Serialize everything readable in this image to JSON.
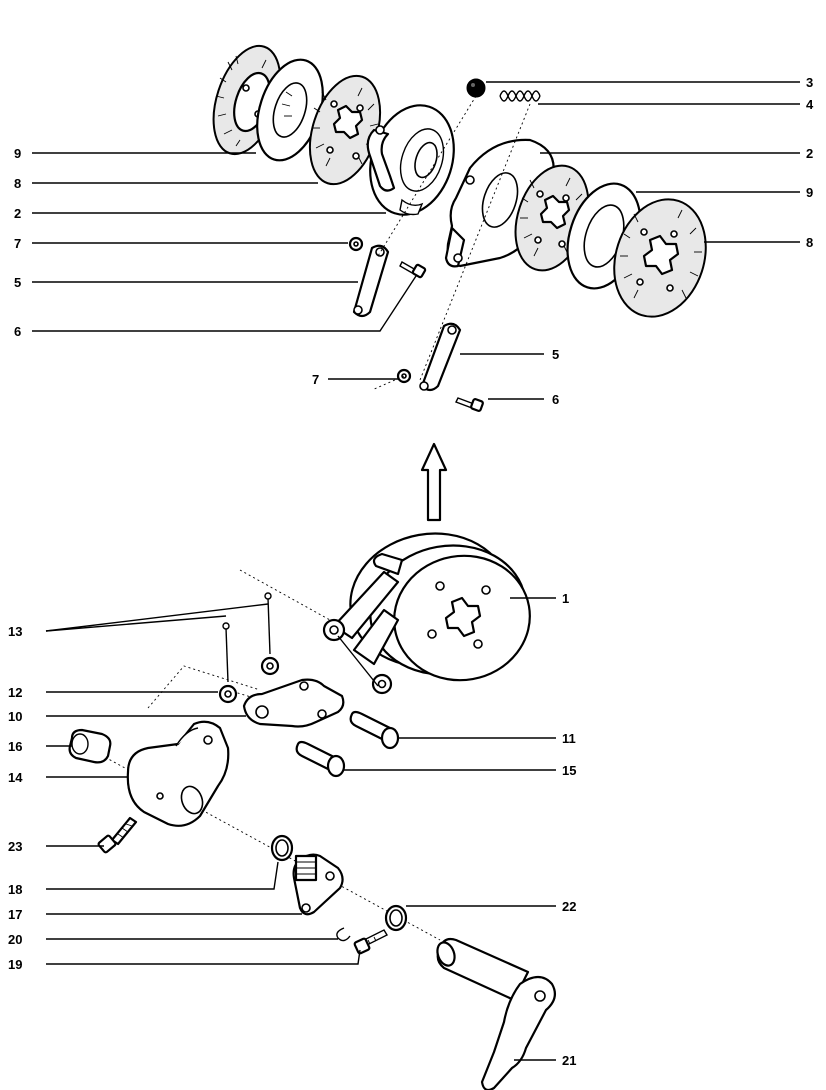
{
  "callouts": {
    "c1": "1",
    "c2a": "2",
    "c2b": "2",
    "c3": "3",
    "c4": "4",
    "c5a": "5",
    "c5b": "5",
    "c6a": "6",
    "c6b": "6",
    "c7a": "7",
    "c7b": "7",
    "c8a": "8",
    "c8b": "8",
    "c9a": "9",
    "c9b": "9",
    "c10": "10",
    "c11": "11",
    "c12": "12",
    "c13": "13",
    "c14": "14",
    "c15": "15",
    "c16": "16",
    "c17": "17",
    "c18": "18",
    "c19": "19",
    "c20": "20",
    "c21": "21",
    "c22": "22",
    "c23": "23"
  },
  "colors": {
    "ink": "#000000",
    "paper": "#ffffff",
    "lining": "#e8e8e8"
  }
}
